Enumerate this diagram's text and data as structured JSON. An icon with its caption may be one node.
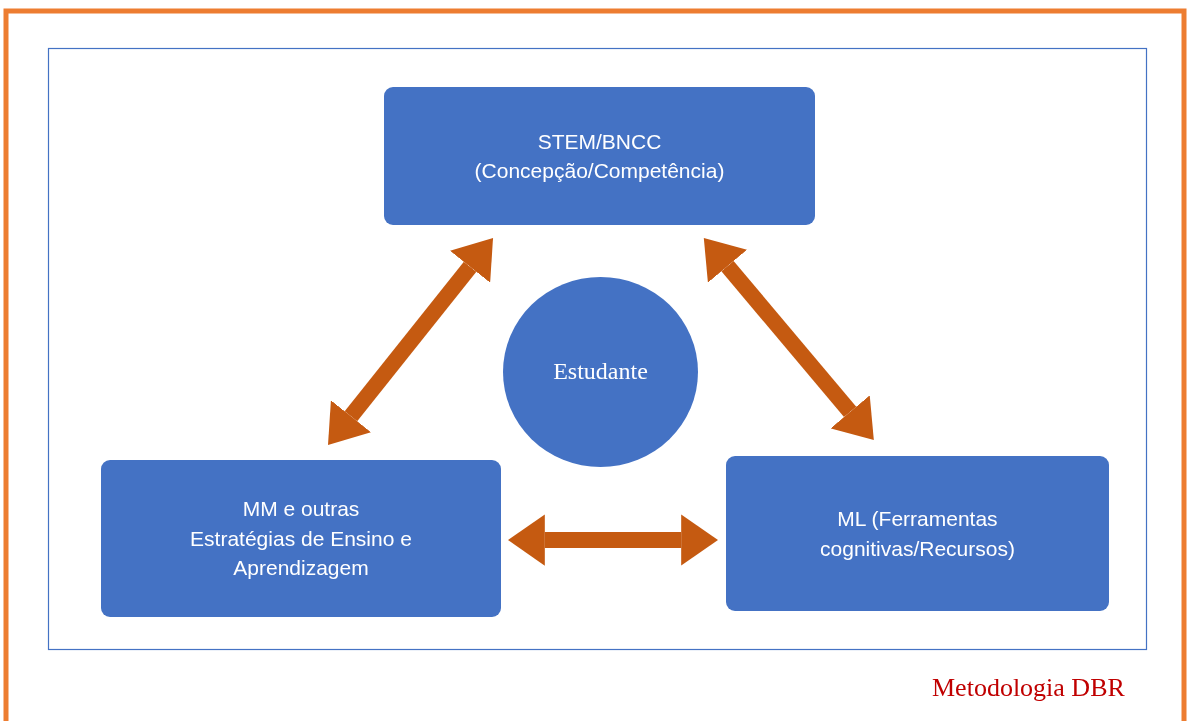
{
  "diagram": {
    "nodes": [
      {
        "text": [
          "STEM/BNCC (Concepção/Competência)"
        ]
      },
      {
        "text": [
          "Estudante"
        ]
      },
      {
        "text": [
          "MM e outras Estratégias de Ensino e Aprendizagem"
        ]
      },
      {
        "text": [
          "ML (Ferramentas cognitivas/Recursos)"
        ]
      }
    ],
    "edges": [
      {
        "from": 0,
        "to": 2,
        "arrow": "both"
      },
      {
        "from": 0,
        "to": 3,
        "arrow": "both"
      },
      {
        "from": 2,
        "to": 3,
        "arrow": "both"
      }
    ],
    "labels": [
      "Metodologia DBR"
    ]
  }
}
